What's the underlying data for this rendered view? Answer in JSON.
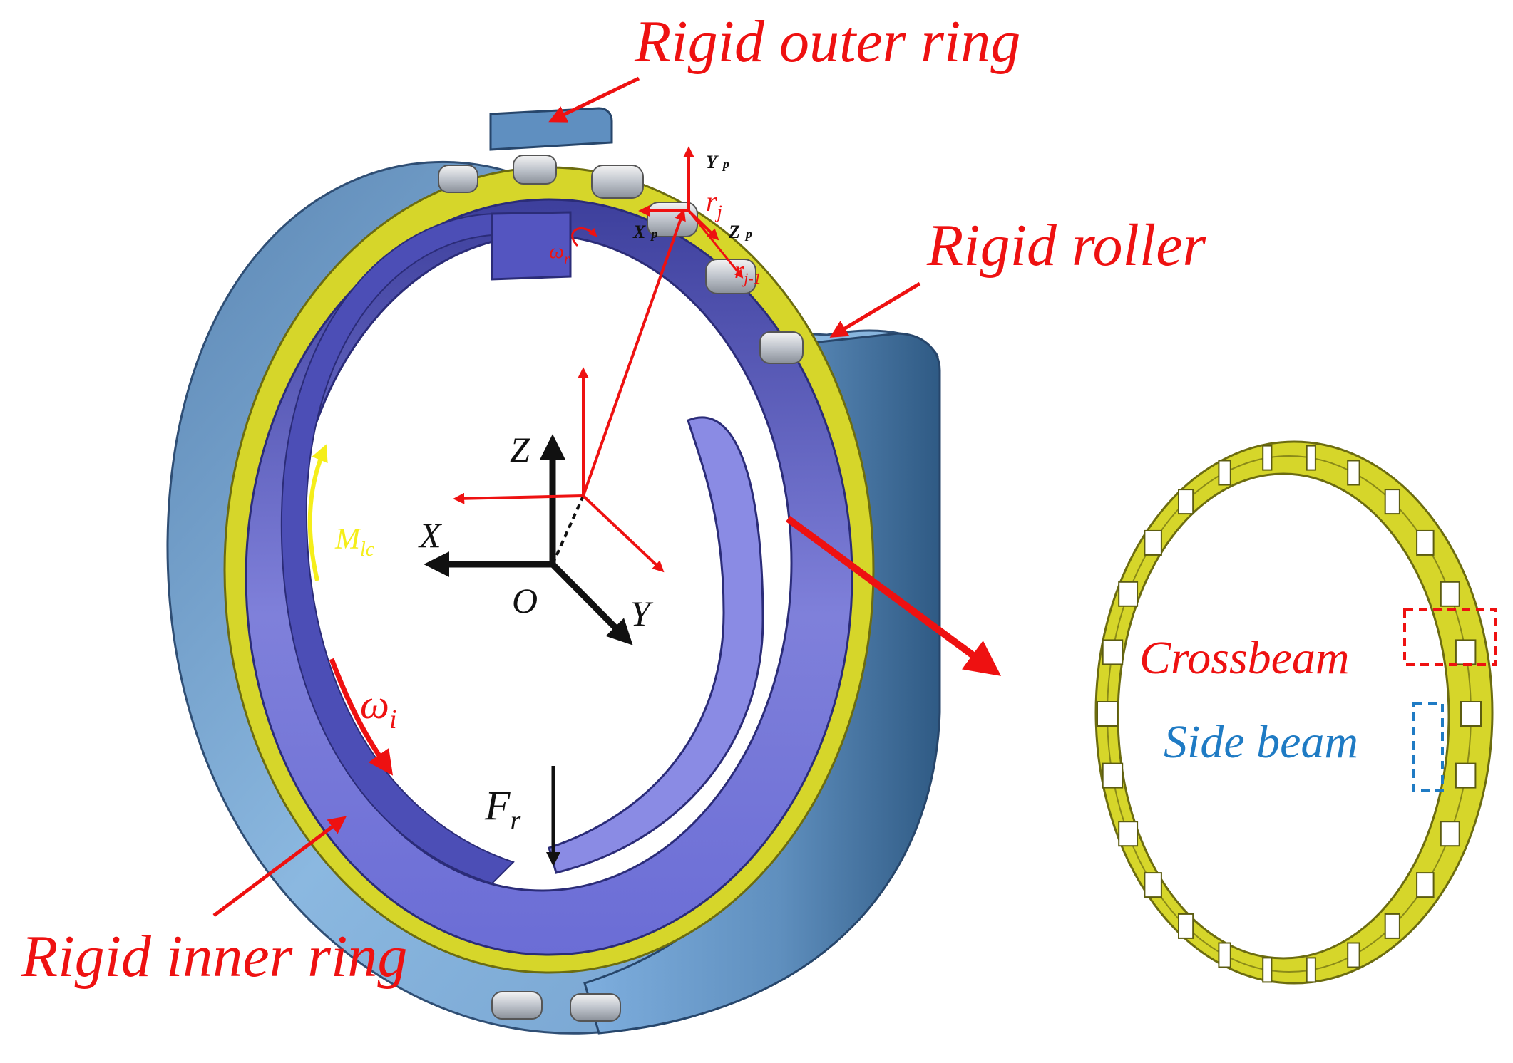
{
  "labels": {
    "outer_ring": "Rigid outer ring",
    "roller": "Rigid roller",
    "inner_ring": "Rigid inner ring",
    "crossbeam": "Crossbeam",
    "side_beam": "Side beam"
  },
  "axes": {
    "x": "X",
    "y": "Y",
    "z": "Z",
    "origin": "O",
    "xp": "X",
    "xp_sub": "p",
    "yp": "Y",
    "yp_sub": "p",
    "zp": "Z",
    "zp_sub": "p"
  },
  "symbols": {
    "m": "M",
    "m_sub": "lc",
    "omega_i": "ω",
    "omega_i_sub": "i",
    "omega_r": "ω",
    "omega_r_sub": "r",
    "f": "F",
    "f_sub": "r",
    "rj": "r",
    "rj_sub": "j",
    "rj1": "r",
    "rj1_sub": "j-1"
  },
  "colors": {
    "annotation": "#ee1111",
    "cage": "#d6d62a",
    "outer_ring": "#6a9cc8",
    "inner_ring": "#7f80d8",
    "side_beam": "#1f7bc4",
    "moment": "#f5ee1a"
  }
}
